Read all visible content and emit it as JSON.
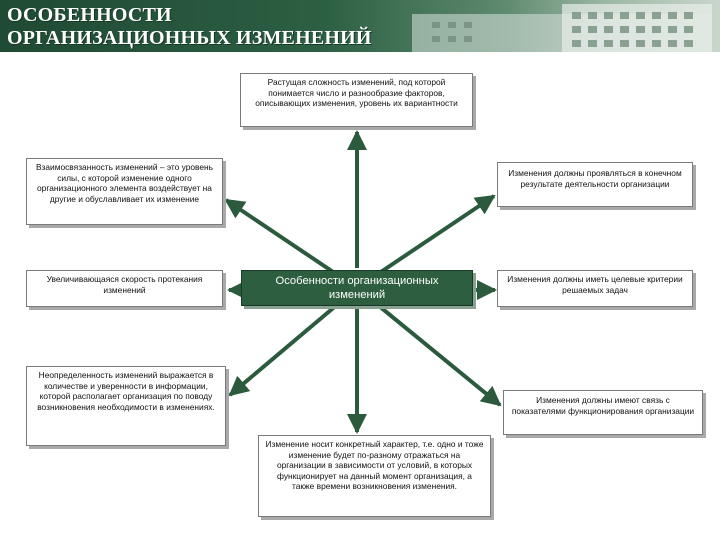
{
  "title": {
    "line1": "ОСОБЕННОСТИ",
    "line2": "ОРГАНИЗАЦИОННЫХ ИЗМЕНЕНИЙ"
  },
  "colors": {
    "header": "#2c5f43",
    "center": "#2d5e40",
    "arrows": "#2b5a3d"
  },
  "center": "Особенности организационных изменений",
  "boxes": {
    "top": "Растущая сложность изменений, под которой понимается число и разнообразие факторов, описывающих изменения, уровень их вариантности",
    "left_top": "Взаимосвязанность изменений – это уровень силы, с которой изменение одного организационного элемента воздействует на другие и обуславливает их изменение",
    "left_mid": "Увеличивающаяся скорость протекания изменений",
    "left_bottom": "Неопределенность изменений выражается в количестве и уверенности в информации, которой располагает организация по поводу возникновения необходимости в изменениях.",
    "right_top": "Изменения должны проявляться в конечном результате деятельности организации",
    "right_mid": "Изменения должны иметь целевые критерии решаемых задач",
    "right_bottom": "Изменения должны имеют связь с показателями функционирования организации",
    "bottom": "Изменение носит конкретный характер, т.е. одно и тоже изменение будет по-разному отражаться на организации в зависимости от условий, в которых функционирует на данный момент организация, а также времени возникновения изменения."
  }
}
